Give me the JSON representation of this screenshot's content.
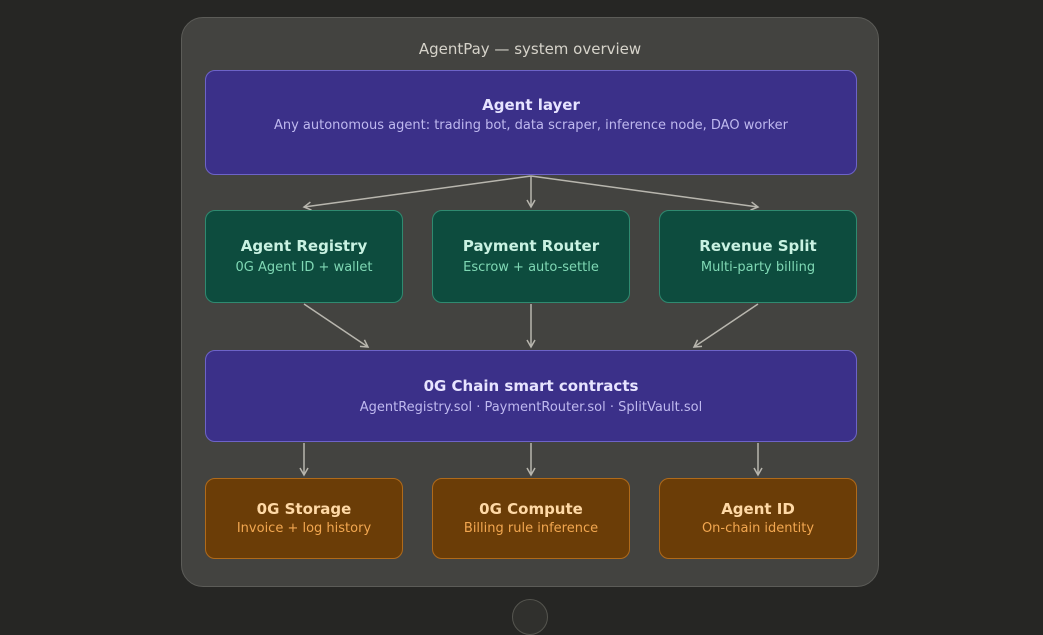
{
  "diagram": {
    "title": "AgentPay — system overview",
    "agent_layer": {
      "title": "Agent layer",
      "subtitle": "Any autonomous agent: trading bot, data scraper, inference node, DAO worker"
    },
    "modules": [
      {
        "title": "Agent Registry",
        "subtitle": "0G Agent ID + wallet"
      },
      {
        "title": "Payment Router",
        "subtitle": "Escrow + auto-settle"
      },
      {
        "title": "Revenue Split",
        "subtitle": "Multi-party billing"
      }
    ],
    "contracts": {
      "title": "0G Chain smart contracts",
      "subtitle": "AgentRegistry.sol · PaymentRouter.sol · SplitVault.sol"
    },
    "services": [
      {
        "title": "0G Storage",
        "subtitle": "Invoice + log history"
      },
      {
        "title": "0G Compute",
        "subtitle": "Billing rule inference"
      },
      {
        "title": "Agent ID",
        "subtitle": "On-chain identity"
      }
    ]
  },
  "colors": {
    "background": "#262624",
    "panel": "#434340",
    "purple": "#3b3089",
    "green": "#0d4c3e",
    "amber": "#6b3d07",
    "arrow": "#b8b6ae"
  }
}
